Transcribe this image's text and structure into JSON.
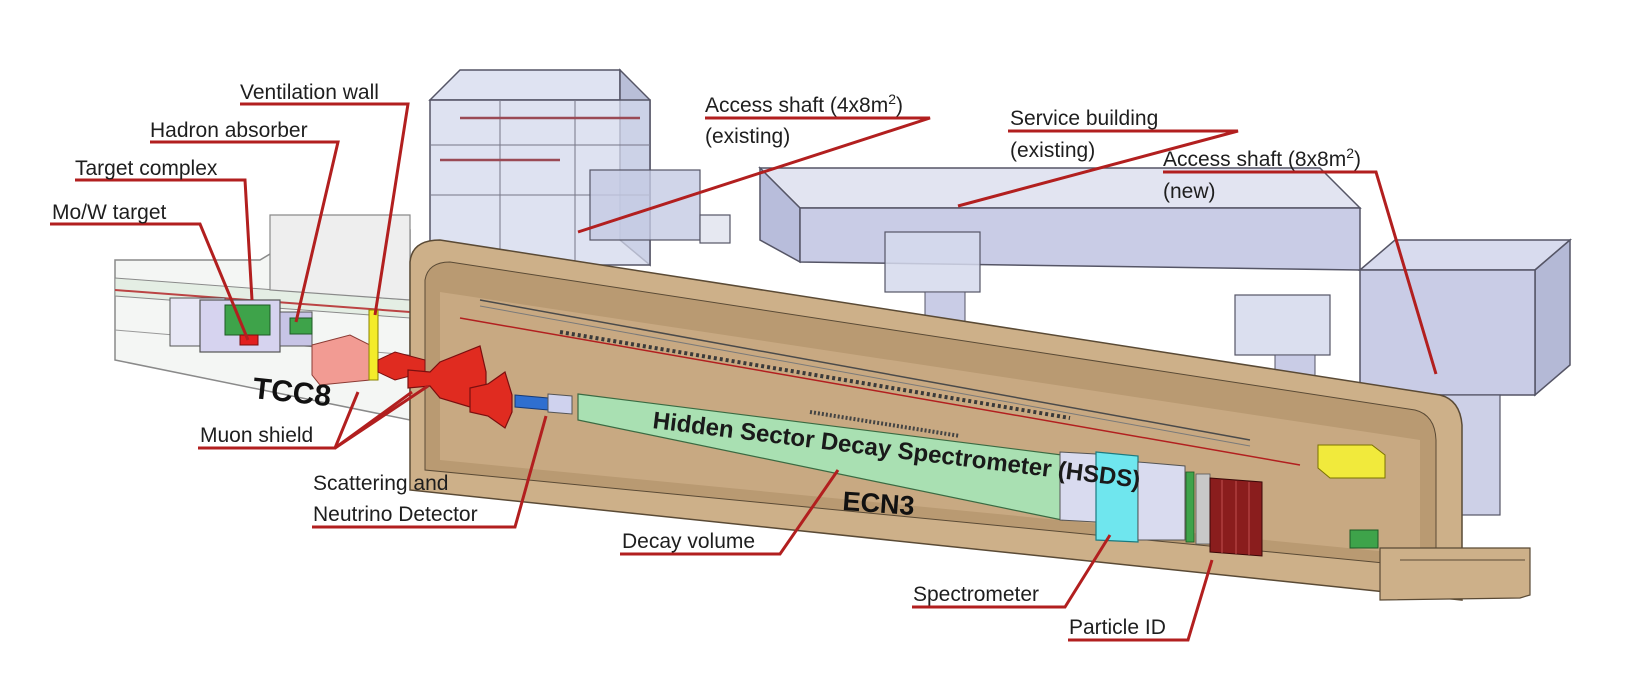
{
  "labels": {
    "ventilation_wall": "Ventilation wall",
    "hadron_absorber": "Hadron absorber",
    "target_complex": "Target complex",
    "mo_w_target": "Mo/W target",
    "access_shaft_existing_line1": "Access shaft (4x8m",
    "access_shaft_existing_sup": "2",
    "access_shaft_existing_line1_end": ")",
    "access_shaft_existing_line2": "(existing)",
    "service_building_line1": "Service building",
    "service_building_line2": "(existing)",
    "access_shaft_new_line1": "Access shaft (8x8m",
    "access_shaft_new_sup": "2",
    "access_shaft_new_line1_end": ")",
    "access_shaft_new_line2": "(new)",
    "muon_shield": "Muon shield",
    "scattering_line1": "Scattering and",
    "scattering_line2": "Neutrino Detector",
    "decay_volume": "Decay volume",
    "spectrometer": "Spectrometer",
    "particle_id": "Particle ID"
  },
  "in_figure_text": {
    "tcc8": "TCC8",
    "ecn3": "ECN3",
    "hsds": "Hidden Sector Decay Spectrometer (HSDS)"
  },
  "colors": {
    "leader_line": "#b21f1f",
    "tunnel_concrete": "#cdb089",
    "tunnel_inner": "#c2a47e",
    "building": "#c9cce6",
    "decay_volume": "#a9e0b2",
    "spectrometer": "#6fe6ee",
    "particle_id": "#8a1d1d",
    "muon_shield": "#e02b20",
    "ventilation_wall": "#f4ec2a",
    "hadron_absorber": "#f29b93",
    "target_complex": "#2f9e44"
  }
}
